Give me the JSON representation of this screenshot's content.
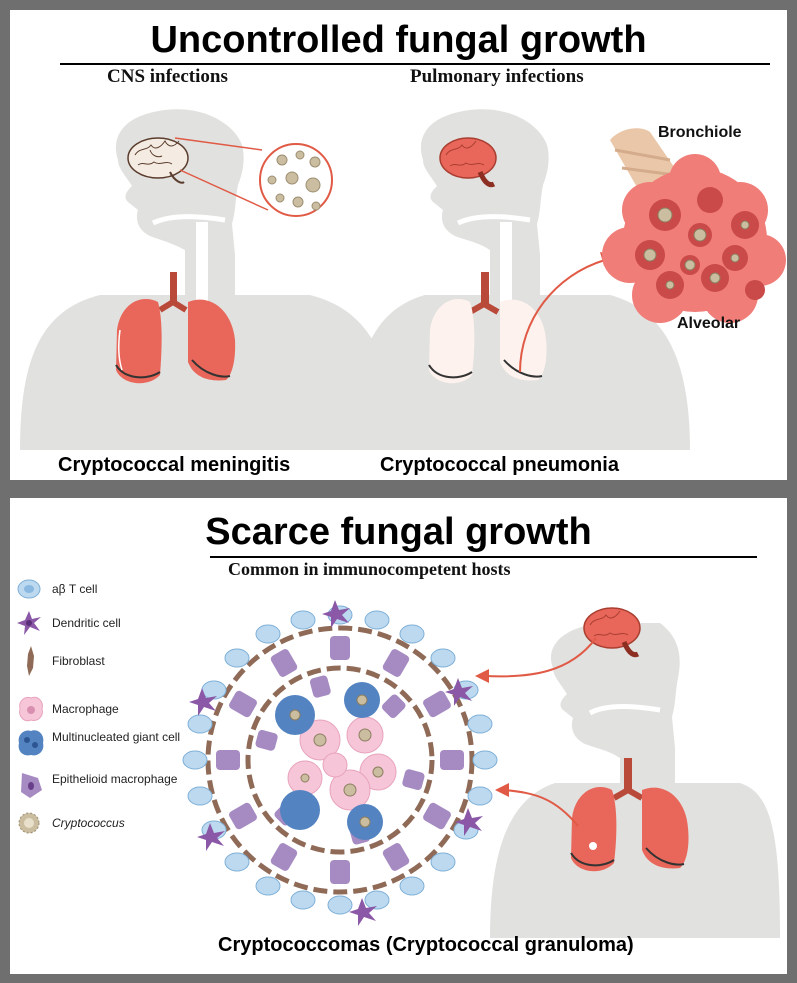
{
  "top_panel": {
    "title": "Uncontrolled fungal growth",
    "left_subtitle": "CNS infections",
    "right_subtitle": "Pulmonary infections",
    "left_caption": "Cryptococcal meningitis",
    "right_caption": "Cryptococcal pneumonia",
    "bronchiole_label": "Bronchiole",
    "alveolar_label": "Alveolar"
  },
  "bottom_panel": {
    "title": "Scarce fungal growth",
    "subtitle": "Common in immunocompetent hosts",
    "caption": "Cryptococcomas (Cryptococcal granuloma)",
    "legend": [
      {
        "icon": "t-cell-icon",
        "label": "aβ T cell"
      },
      {
        "icon": "dendritic-cell-icon",
        "label": "Dendritic cell"
      },
      {
        "icon": "fibroblast-icon",
        "label": "Fibroblast"
      },
      {
        "icon": "macrophage-icon",
        "label": "Macrophage"
      },
      {
        "icon": "giant-cell-icon",
        "label": "Multinucleated giant cell"
      },
      {
        "icon": "epithelioid-macrophage-icon",
        "label": "Epithelioid macrophage"
      },
      {
        "icon": "cryptococcus-icon",
        "label": "Cryptococcus"
      }
    ]
  },
  "colors": {
    "body_silhouette": "#e1e1df",
    "lung": "#e8675a",
    "alveoli": "#f07d78",
    "t_cell": "#bcd9ef",
    "dendritic": "#8a58a6",
    "fibroblast": "#8f6b57",
    "macrophage": "#f6c6d8",
    "giant_cell": "#5383c0",
    "epithelioid": "#a58bc2",
    "cryptococcus": "#cbbd9f"
  }
}
